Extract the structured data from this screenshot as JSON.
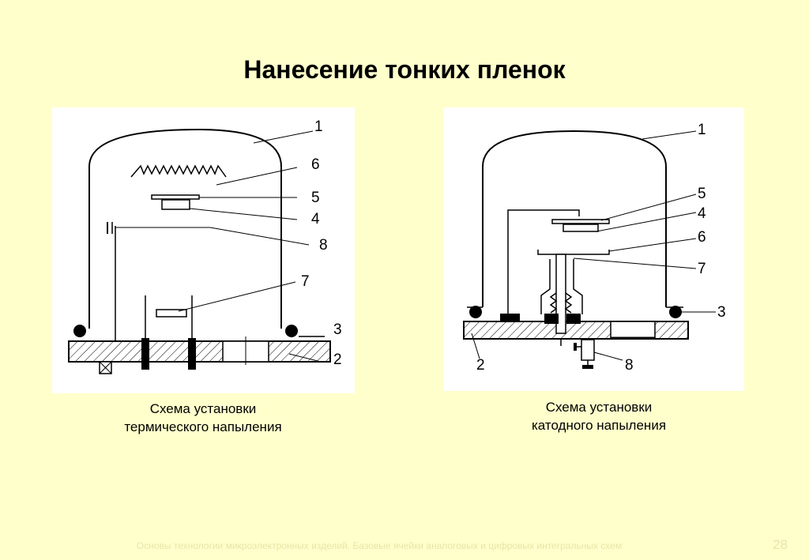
{
  "slide": {
    "title": "Нанесение тонких пленок",
    "footer": "Основы технологии микроэлектронных изделий. Базовые ячейки аналоговых и цифровых интегральных схем",
    "page_number": "28"
  },
  "left_diagram": {
    "caption_line1": "Схема установки",
    "caption_line2": "термического напыления",
    "labels": [
      "1",
      "6",
      "5",
      "4",
      "8",
      "7",
      "3",
      "2"
    ]
  },
  "right_diagram": {
    "caption_line1": "Схема установки",
    "caption_line2": "катодного напыления",
    "labels": [
      "1",
      "5",
      "4",
      "6",
      "7",
      "3",
      "2",
      "8"
    ]
  },
  "colors": {
    "background": "#ffffcc",
    "panel": "#ffffff",
    "line": "#000000",
    "footer_text": "#e6e6a8"
  }
}
